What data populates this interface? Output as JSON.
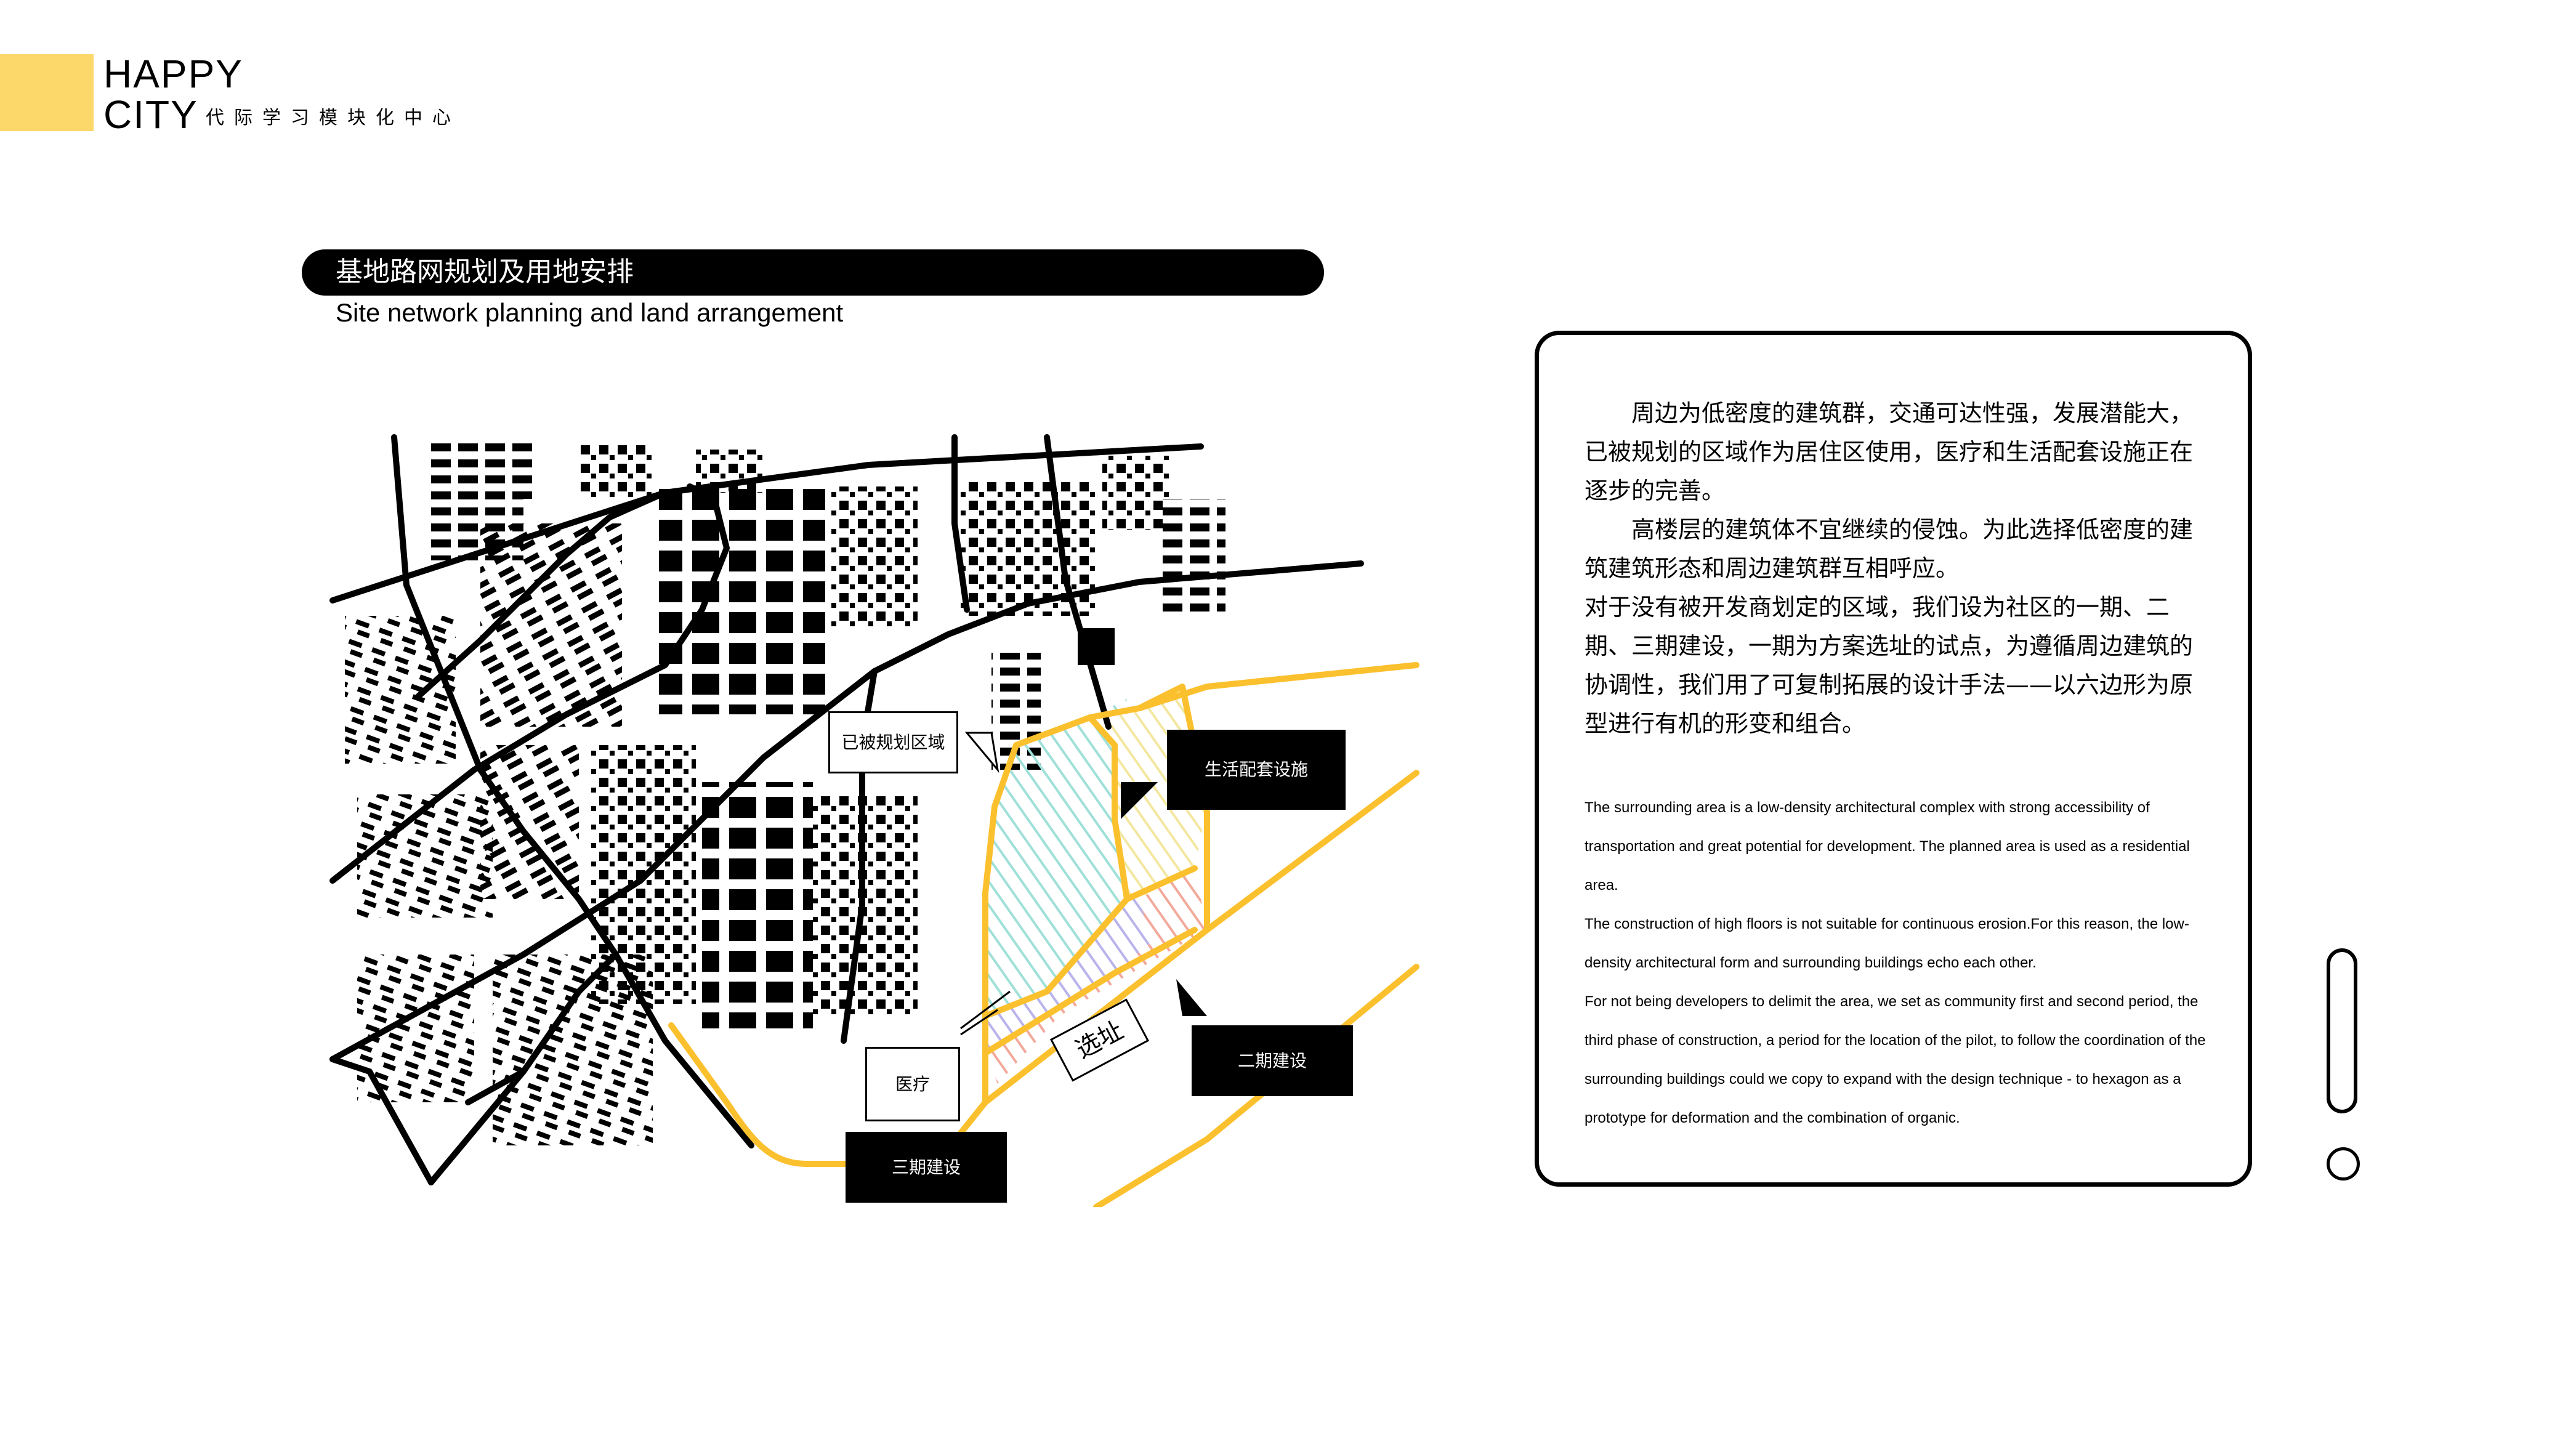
{
  "logo": {
    "line1": "HAPPY",
    "line2": "CITY",
    "subtitle": "代际学习模块化中心",
    "accent_color": "#fcd76a"
  },
  "header": {
    "title_cn": "基地路网规划及用地安排",
    "title_en": "Site network planning and land arrangement"
  },
  "map": {
    "labels": {
      "planned_area": "已被规划区域",
      "life_facilities": "生活配套设施",
      "site": "选址",
      "medical": "医疗",
      "phase2": "二期建设",
      "phase3": "三期建设"
    },
    "colors": {
      "road": "#000000",
      "boundary": "#fbc02d",
      "planned_hatch": "#9fe0d8",
      "facilities_hatch": "#f3e7a0",
      "phase_purple_hatch": "#b9b3ec",
      "phase_red_hatch": "#f2a99b"
    }
  },
  "panel": {
    "cn_paragraphs": [
      "　　周边为低密度的建筑群，交通可达性强，发展潜能大，已被规划的区域作为居住区使用，医疗和生活配套设施正在逐步的完善。",
      "　　高楼层的建筑体不宜继续的侵蚀。为此选择低密度的建筑建筑形态和周边建筑群互相呼应。",
      "对于没有被开发商划定的区域，我们设为社区的一期、二期、三期建设，一期为方案选址的试点，为遵循周边建筑的协调性，我们用了可复制拓展的设计手法——以六边形为原型进行有机的形变和组合。"
    ],
    "en_paragraphs": [
      "The surrounding area is a low-density architectural complex with strong accessibility of transportation and great potential for development. The planned area is used as a residential area.",
      "The construction of high floors is not suitable for continuous erosion.For this reason, the low-density architectural form and surrounding buildings echo each other.",
      "For not being developers to delimit the area, we set as community first and second period, the third phase of construction, a period for the location of the pilot, to follow the coordination of the surrounding buildings could we copy to expand with the design technique - to hexagon as a prototype for deformation and the combination of organic."
    ]
  }
}
